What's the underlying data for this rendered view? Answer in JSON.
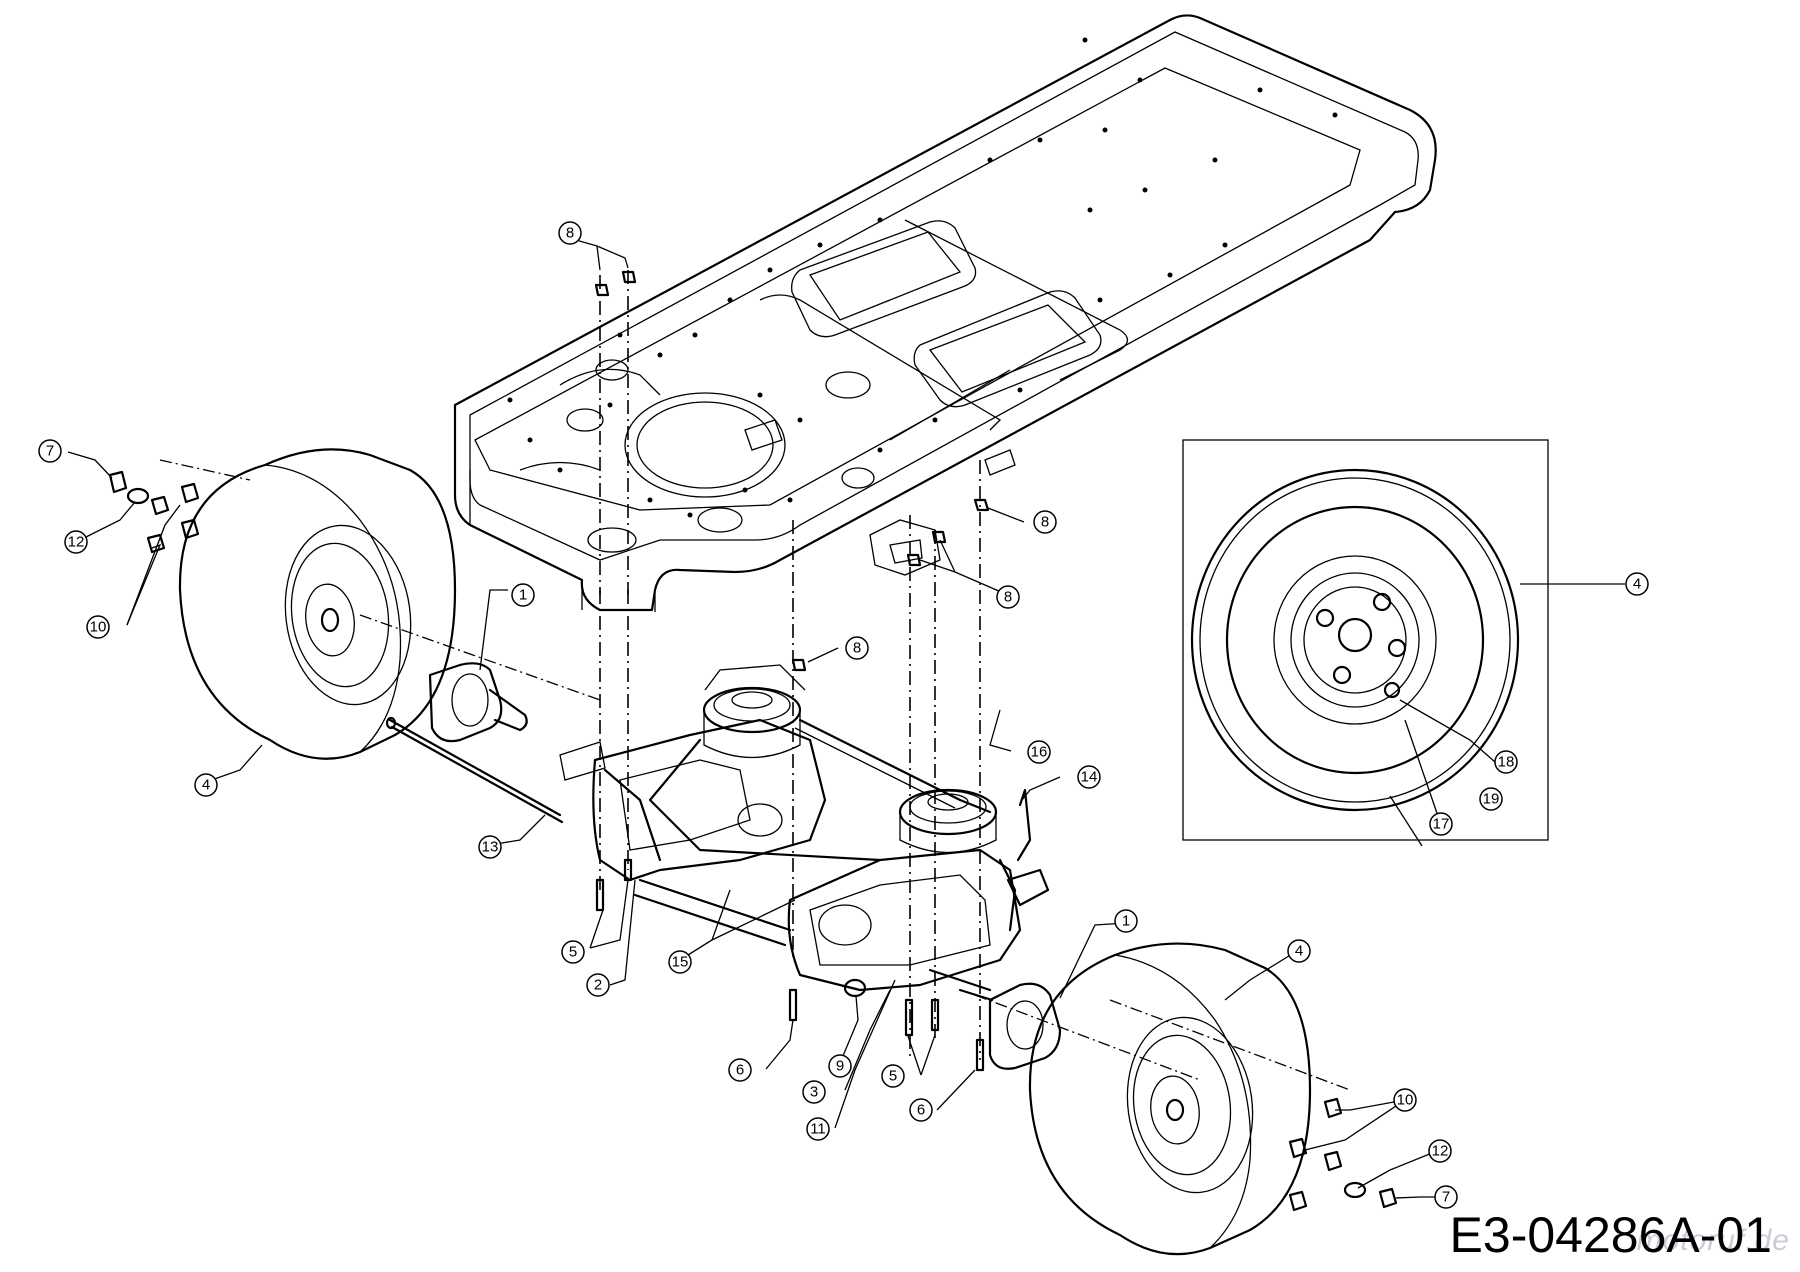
{
  "drawing_number": "E3-04286A-01",
  "watermark": "motoruf.de",
  "callouts": {
    "c1": "1",
    "c2": "2",
    "c3": "3",
    "c4": "4",
    "c5": "5",
    "c6": "6",
    "c7": "7",
    "c8": "8",
    "c9": "9",
    "c10": "10",
    "c11": "11",
    "c12": "12",
    "c13": "13",
    "c14": "14",
    "c15": "15",
    "c16": "16",
    "c17": "17",
    "c18": "18",
    "c19": "19"
  }
}
